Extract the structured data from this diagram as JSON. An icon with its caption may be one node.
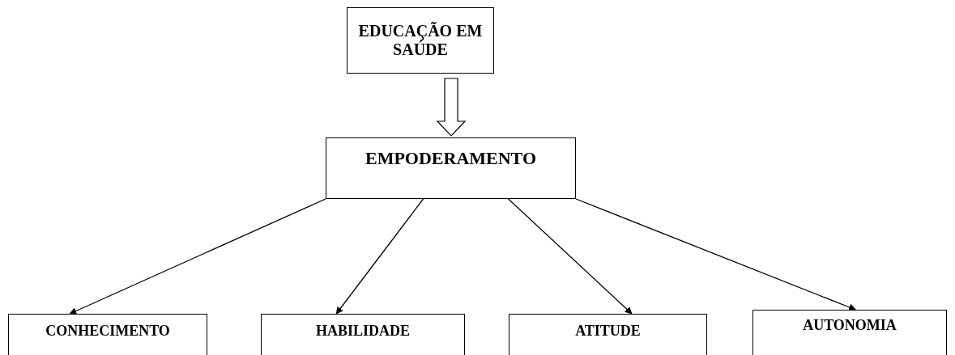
{
  "diagram": {
    "nodes": [
      {
        "text": [
          "EDUCAÇÃO EM SAÚDE"
        ]
      },
      {
        "text": [
          "EMPODERAMENTO"
        ]
      },
      {
        "text": [
          "CONHECIMENTO"
        ]
      },
      {
        "text": [
          "HABILIDADE"
        ]
      },
      {
        "text": [
          "ATITUDE"
        ]
      },
      {
        "text": [
          "AUTONOMIA"
        ]
      }
    ],
    "edges": [
      {
        "from": 0,
        "to": 1,
        "arrow": "to",
        "style": "thick"
      },
      {
        "from": 1,
        "to": 2,
        "arrow": "to"
      },
      {
        "from": 1,
        "to": 3,
        "arrow": "to"
      },
      {
        "from": 1,
        "to": 4,
        "arrow": "to"
      },
      {
        "from": 1,
        "to": 5,
        "arrow": "to"
      }
    ]
  }
}
